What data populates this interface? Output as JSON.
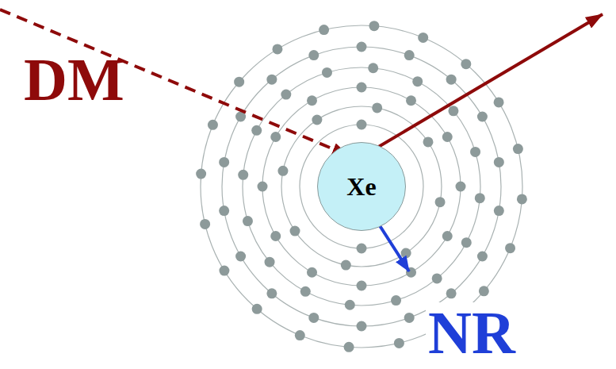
{
  "diagram": {
    "nodes": [
      {
        "text": [
          "Xe"
        ]
      }
    ],
    "labels": [
      "DM",
      "NR"
    ]
  }
}
